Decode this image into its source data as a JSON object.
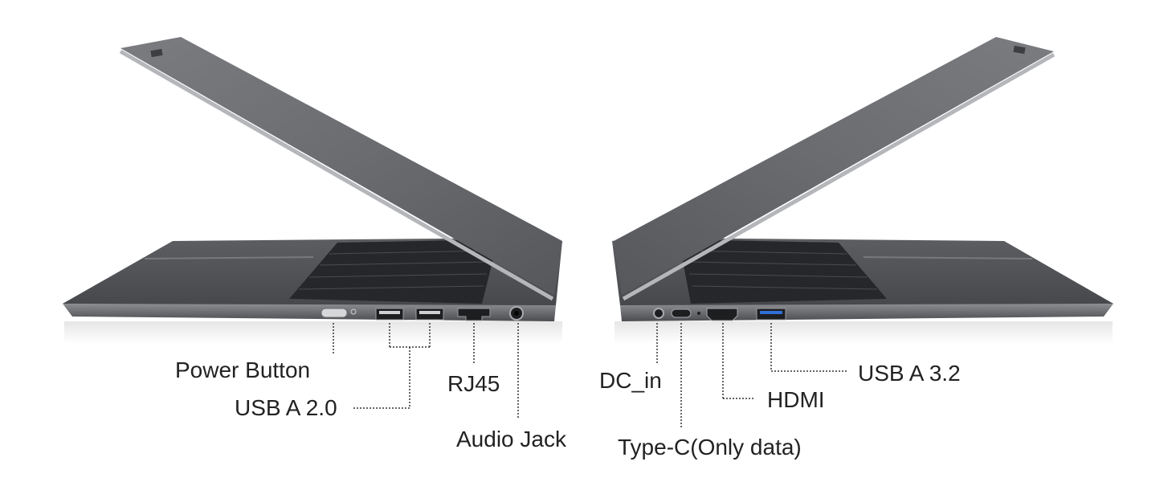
{
  "colors": {
    "body_dark": "#3f4144",
    "body_mid": "#5a5c60",
    "lid_top": "#6b6d71",
    "lid_edge": "#a7a9ad",
    "keyboard": "#2a2b2e",
    "usb32_blue": "#2f6fd6",
    "leader": "#333333"
  },
  "left_laptop": {
    "labels": {
      "power_button": "Power Button",
      "usb_a_20": "USB A 2.0",
      "rj45": "RJ45",
      "audio_jack": "Audio Jack"
    }
  },
  "right_laptop": {
    "labels": {
      "dc_in": "DC_in",
      "type_c": "Type-C(Only data)",
      "hdmi": "HDMI",
      "usb_a_32": "USB A 3.2"
    }
  }
}
